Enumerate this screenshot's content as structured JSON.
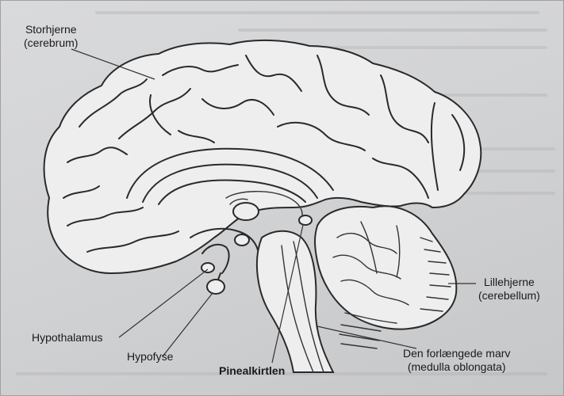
{
  "labels": {
    "cerebrum": {
      "line1": "Storhjerne",
      "line2": "(cerebrum)"
    },
    "cerebellum": {
      "line1": "Lillehjerne",
      "line2": "(cerebellum)"
    },
    "hypothalamus": "Hypothalamus",
    "hypofyse": "Hypofyse",
    "pinealkirtlen": "Pinealkirtlen",
    "medulla": {
      "line1": "Den forlængede marv",
      "line2": "(medulla oblongata)"
    }
  }
}
